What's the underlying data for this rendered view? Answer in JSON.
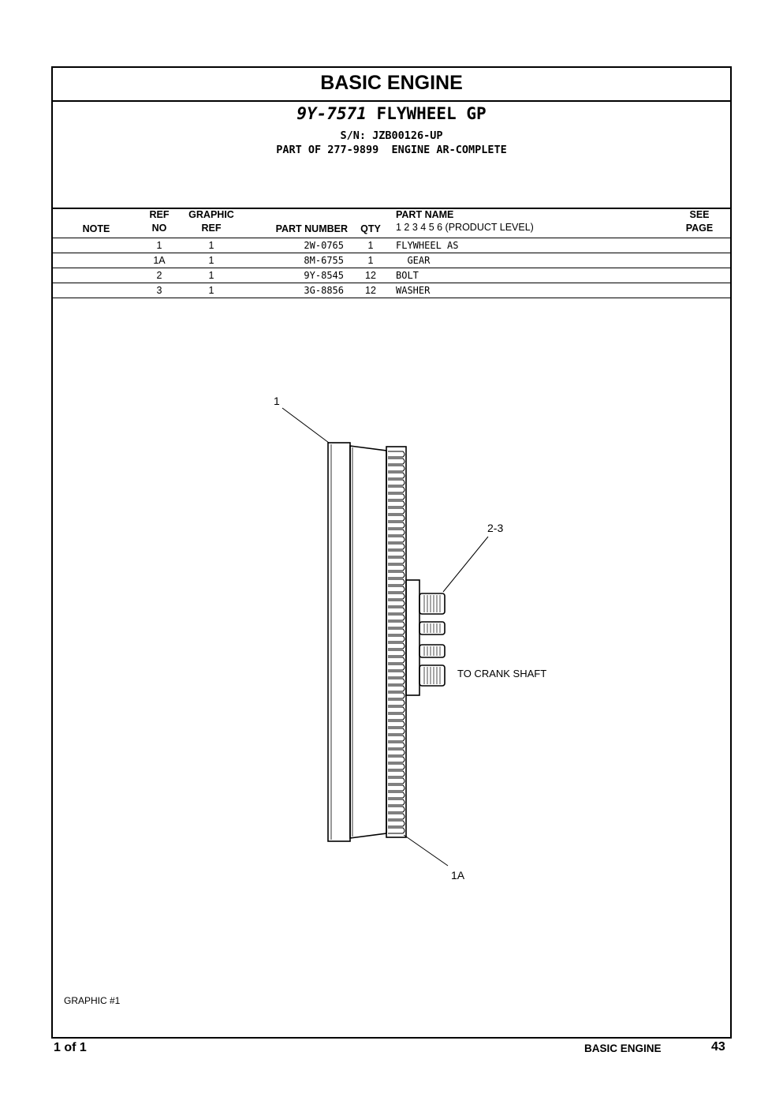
{
  "section_title": "BASIC ENGINE",
  "group": {
    "part_number": "9Y-7571",
    "name": "FLYWHEEL GP",
    "serial": "S/N: JZB00126-UP",
    "part_of": "PART OF 277-9899  ENGINE AR-COMPLETE"
  },
  "table": {
    "headers": {
      "note": "NOTE",
      "ref_top": "REF",
      "ref_bottom": "NO",
      "graphic_top": "GRAPHIC",
      "graphic_bottom": "REF",
      "part_number": "PART NUMBER",
      "qty": "QTY",
      "part_name": "PART NAME",
      "product_level": "1 2 3 4 5 6 (PRODUCT LEVEL)",
      "see_top": "SEE",
      "see_bottom": "PAGE"
    },
    "rows": [
      {
        "note": "",
        "ref": "1",
        "graphic": "1",
        "part_number": "2W-0765",
        "qty": "1",
        "name": "FLYWHEEL AS",
        "see_page": ""
      },
      {
        "note": "",
        "ref": "1A",
        "graphic": "1",
        "part_number": "8M-6755",
        "qty": "1",
        "name": "  GEAR",
        "see_page": ""
      },
      {
        "note": "",
        "ref": "2",
        "graphic": "1",
        "part_number": "9Y-8545",
        "qty": "12",
        "name": "BOLT",
        "see_page": ""
      },
      {
        "note": "",
        "ref": "3",
        "graphic": "1",
        "part_number": "3G-8856",
        "qty": "12",
        "name": "WASHER",
        "see_page": ""
      }
    ]
  },
  "graphic": {
    "label": "GRAPHIC #1",
    "callouts": {
      "c1": "1",
      "c23": "2-3",
      "c1a": "1A"
    },
    "note": "TO CRANK SHAFT"
  },
  "footer": {
    "page_of": "1 of 1",
    "section": "BASIC ENGINE",
    "page_number": "43"
  }
}
